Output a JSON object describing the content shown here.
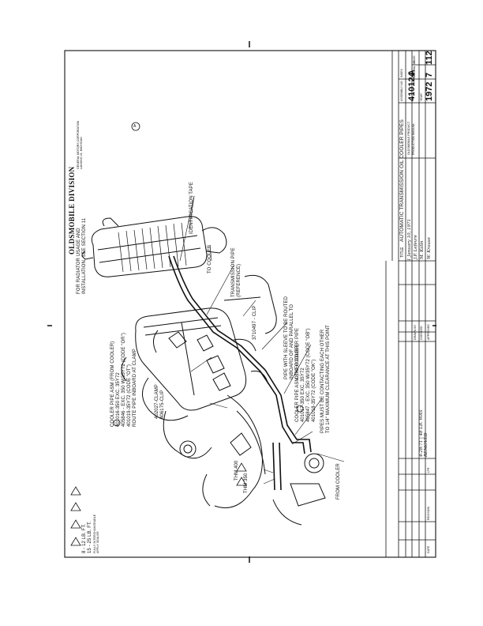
{
  "header": {
    "division": "OLDSMOBILE DIVISION",
    "subtitle_1": "GENERAL MOTORS CORPORATION",
    "subtitle_2": "LANSING 21, MICHIGAN"
  },
  "callouts": {
    "identification_tape": "IDENTIFICATION TAPE",
    "to_cooler": "TO COOLER",
    "radiator_note_1": "FOR RADIATOR USAGE AND",
    "radiator_note_2": "INSTALLATION, SEE SECTION 11",
    "transmission_pipe_1": "TRANSMISSION PIPE",
    "transmission_pipe_2": "(REFERENCE)",
    "clip_3710497": "3710497 - CLIP",
    "sleeve_note_1": "PIPE WITH SLEEVE TO BE ROUTED",
    "sleeve_note_2": "INBOARD OF AND PARALLEL TO",
    "sleeve_note_3": "OTHER COOLER PIPE",
    "cooler_pipe_to_1": "COOLER PIPE ASM (TO COOLER)",
    "cooler_pipe_to_2": "401017-350 EXC. 35Y72",
    "cooler_pipe_to_3": "405847 - EXC. 350 W/35Y72 (CODE \"OB\")",
    "cooler_pipe_to_4": "401018-35Y72 (CODE \"OK\")",
    "pipes_contact_1": "PIPES MUST BE CONTACTING EACH OTHER",
    "pipes_contact_2": "TO 1/4\" MAXIMUM CLEARANCE AT THIS POINT",
    "cooler_pipe_from_1": "COOLER PIPE ASM (FROM COOLER)",
    "cooler_pipe_from_2": "401016-350 EXC. 35Y72",
    "cooler_pipe_from_3": "405846 - EXC. 350 W/35Y72 (CODE \"OR\")",
    "cooler_pipe_from_4": "401019-35Y72 (CODE \"OT\")",
    "cooler_pipe_from_5": "ROUTE PIPE INBOARD AT CLAMP",
    "clamp": "402027-CLAMP",
    "clip_406175": "406175-CLIP",
    "thm400": "THM 400",
    "thm350": "THM 350",
    "from_cooler": "FROM COOLER"
  },
  "torque": {
    "line1": "8 - 12 LB. FT.",
    "line2": "15 - 25 LB. FT.",
    "line3": "FULLY INTERCHANGEABLE",
    "line4": "APPLY SEALER"
  },
  "title_block": {
    "title_label": "TITLE",
    "title": "AUTOMATIC TRANSMISSION OIL COOLER PIPES",
    "assembly_no_label": "ASSEMBLY NO.",
    "assembly_no": "410124",
    "index_label": "INDEX",
    "index": "A",
    "year_label": "YEAR",
    "year": "1972",
    "section_label": "MANUAL NO.",
    "section": "7",
    "page_label": "PAGE",
    "page": "112",
    "drawn_by": "DRAWN BY",
    "checked_by": "CHECKED",
    "approved": "APPROVED",
    "revision_label": "REVISION",
    "date_label": "DATE",
    "ltr_label": "LTR",
    "hand_1": "1 January 10, 1971",
    "hand_2": "J.P. Lefevre",
    "hand_3": "M. Kalin",
    "hand_4": "W. Krause",
    "rev_note": "4-28-71 | 48 LB. WAS REMOVED",
    "oldsmobile_product": "OLDSMOBILE PRODUCT",
    "product_manual": "PRODUCTION MANUAL"
  },
  "marks": {
    "circle_a": "A"
  }
}
